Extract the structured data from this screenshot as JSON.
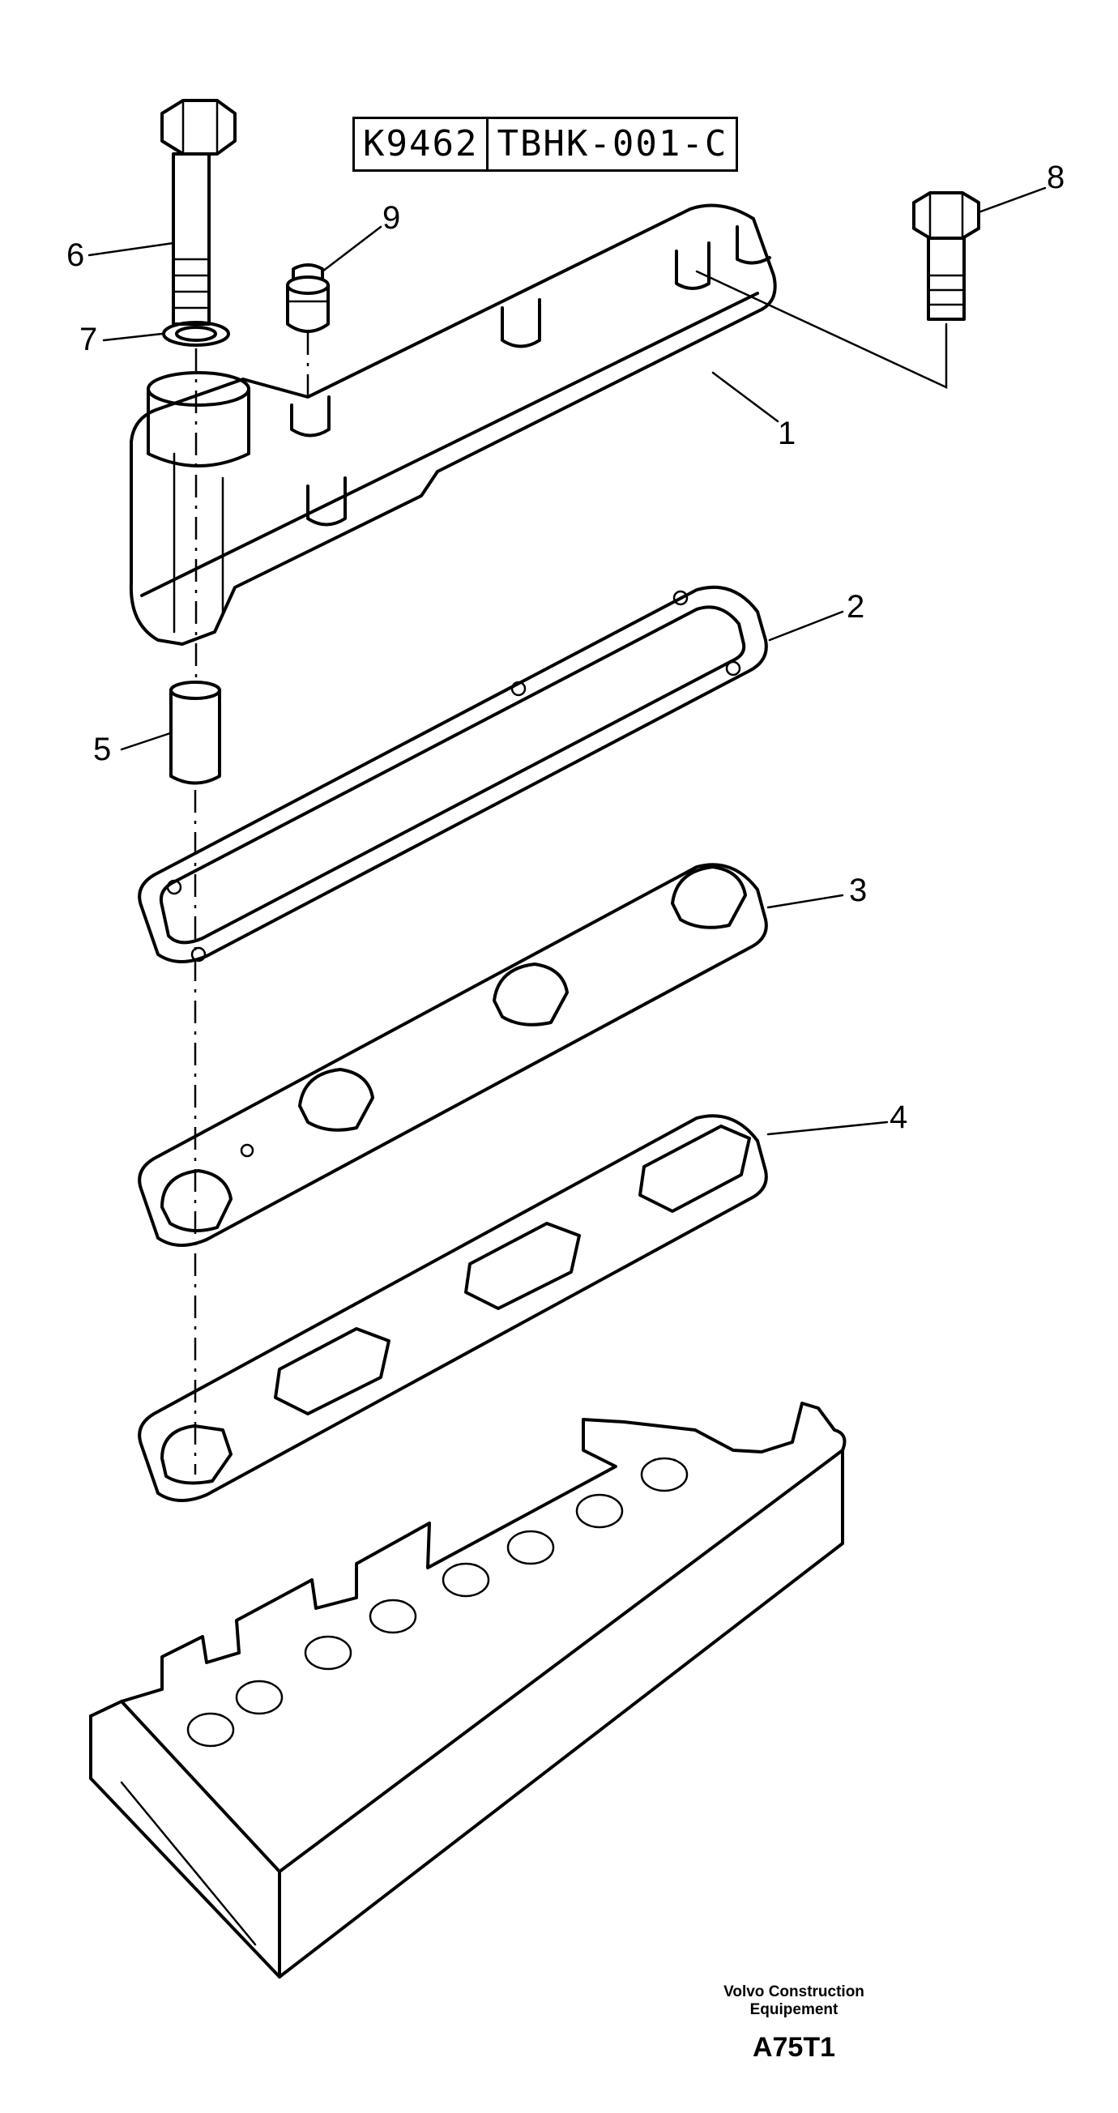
{
  "header": {
    "code_left": "K9462",
    "code_right": "TBHK-001-C"
  },
  "callouts": {
    "c1": "1",
    "c2": "2",
    "c3": "3",
    "c4": "4",
    "c5": "5",
    "c6": "6",
    "c7": "7",
    "c8": "8",
    "c9": "9"
  },
  "footer": {
    "company_line1": "Volvo Construction",
    "company_line2": "Equipement",
    "drawing_code": "A75T1"
  }
}
